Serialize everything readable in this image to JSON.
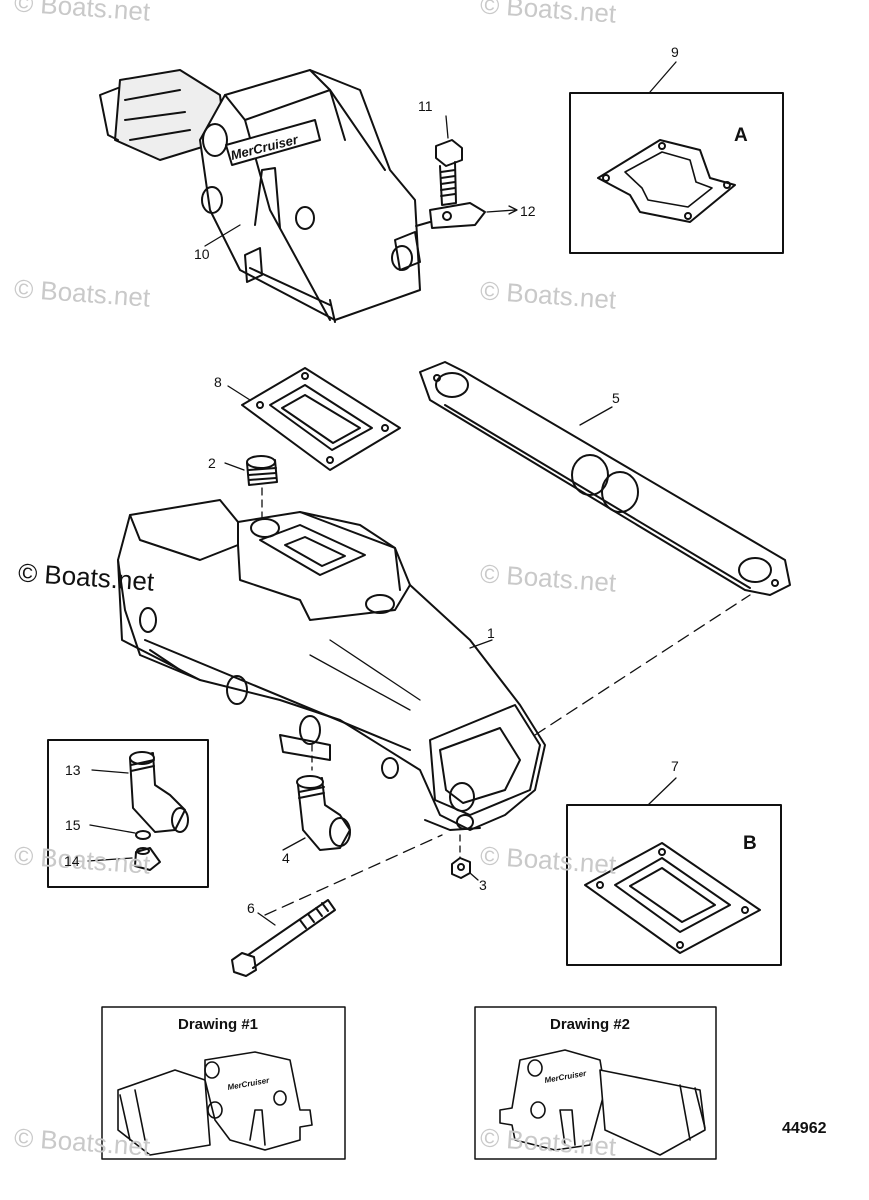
{
  "watermark": {
    "text": "© Boats.net"
  },
  "callouts": {
    "c1": "1",
    "c2": "2",
    "c3": "3",
    "c4": "4",
    "c5": "5",
    "c6": "6",
    "c7": "7",
    "c8": "8",
    "c9": "9",
    "c10": "10",
    "c11": "11",
    "c12": "12",
    "c13": "13",
    "c14": "14",
    "c15": "15"
  },
  "inset_a": {
    "letter": "A"
  },
  "inset_b": {
    "letter": "B"
  },
  "drawings": {
    "d1_title": "Drawing #1",
    "d2_title": "Drawing #2"
  },
  "brand": {
    "logo_text": "MerCruiser"
  },
  "diagram_number": "44962"
}
